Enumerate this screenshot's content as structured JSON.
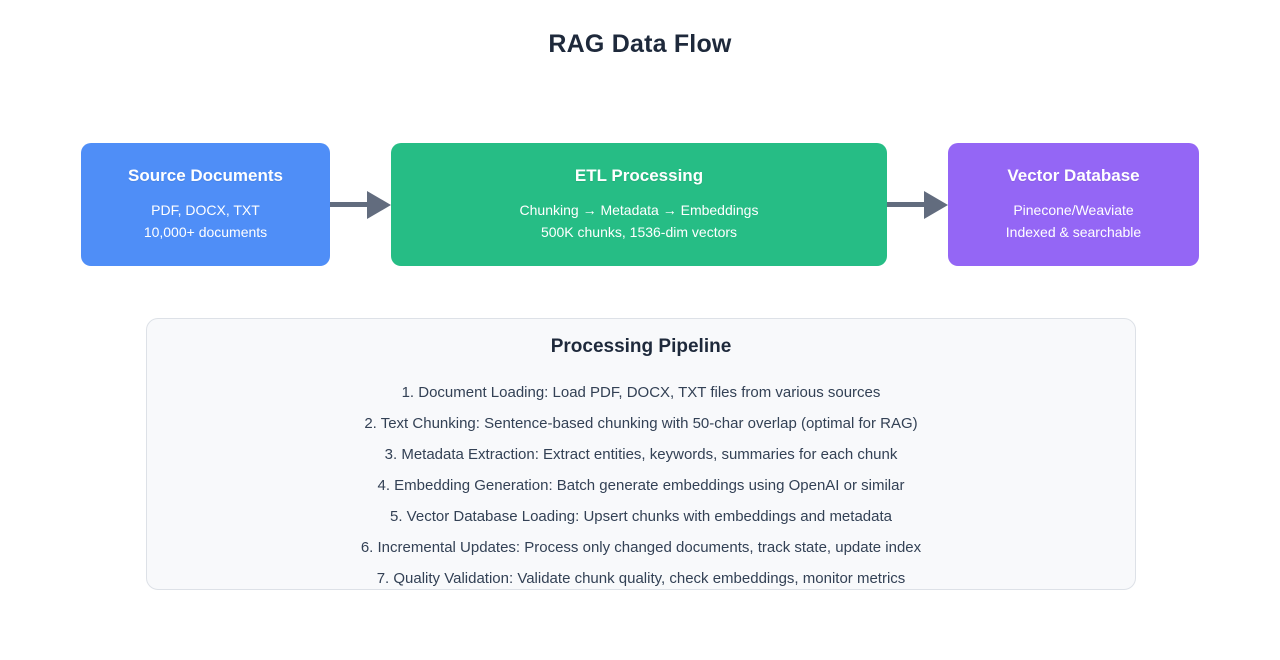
{
  "page": {
    "title": "RAG Data Flow",
    "background": "#ffffff"
  },
  "flow": {
    "arrow_color": "#626c7e",
    "nodes": [
      {
        "id": "source-documents",
        "title": "Source Documents",
        "line1": "PDF, DOCX, TXT",
        "line2": "10,000+ documents",
        "color": "#4f8ef7"
      },
      {
        "id": "etl-processing",
        "title": "ETL Processing",
        "line1": "Chunking → Metadata → Embeddings",
        "line2": "500K chunks, 1536-dim vectors",
        "color": "#26bd85"
      },
      {
        "id": "vector-database",
        "title": "Vector Database",
        "line1": "Pinecone/Weaviate",
        "line2": "Indexed & searchable",
        "color": "#9466f5"
      }
    ],
    "arrows": [
      {
        "id": "arrow-source-to-etl",
        "icon": "arrow-right-icon"
      },
      {
        "id": "arrow-etl-to-vector",
        "icon": "arrow-right-icon"
      }
    ]
  },
  "pipeline": {
    "title": "Processing Pipeline",
    "panel_background": "#f8f9fb",
    "panel_border": "#dde1e7",
    "steps": [
      "1. Document Loading: Load PDF, DOCX, TXT files from various sources",
      "2. Text Chunking: Sentence-based chunking with 50-char overlap (optimal for RAG)",
      "3. Metadata Extraction: Extract entities, keywords, summaries for each chunk",
      "4. Embedding Generation: Batch generate embeddings using OpenAI or similar",
      "5. Vector Database Loading: Upsert chunks with embeddings and metadata",
      "6. Incremental Updates: Process only changed documents, track state, update index",
      "7. Quality Validation: Validate chunk quality, check embeddings, monitor metrics"
    ]
  }
}
